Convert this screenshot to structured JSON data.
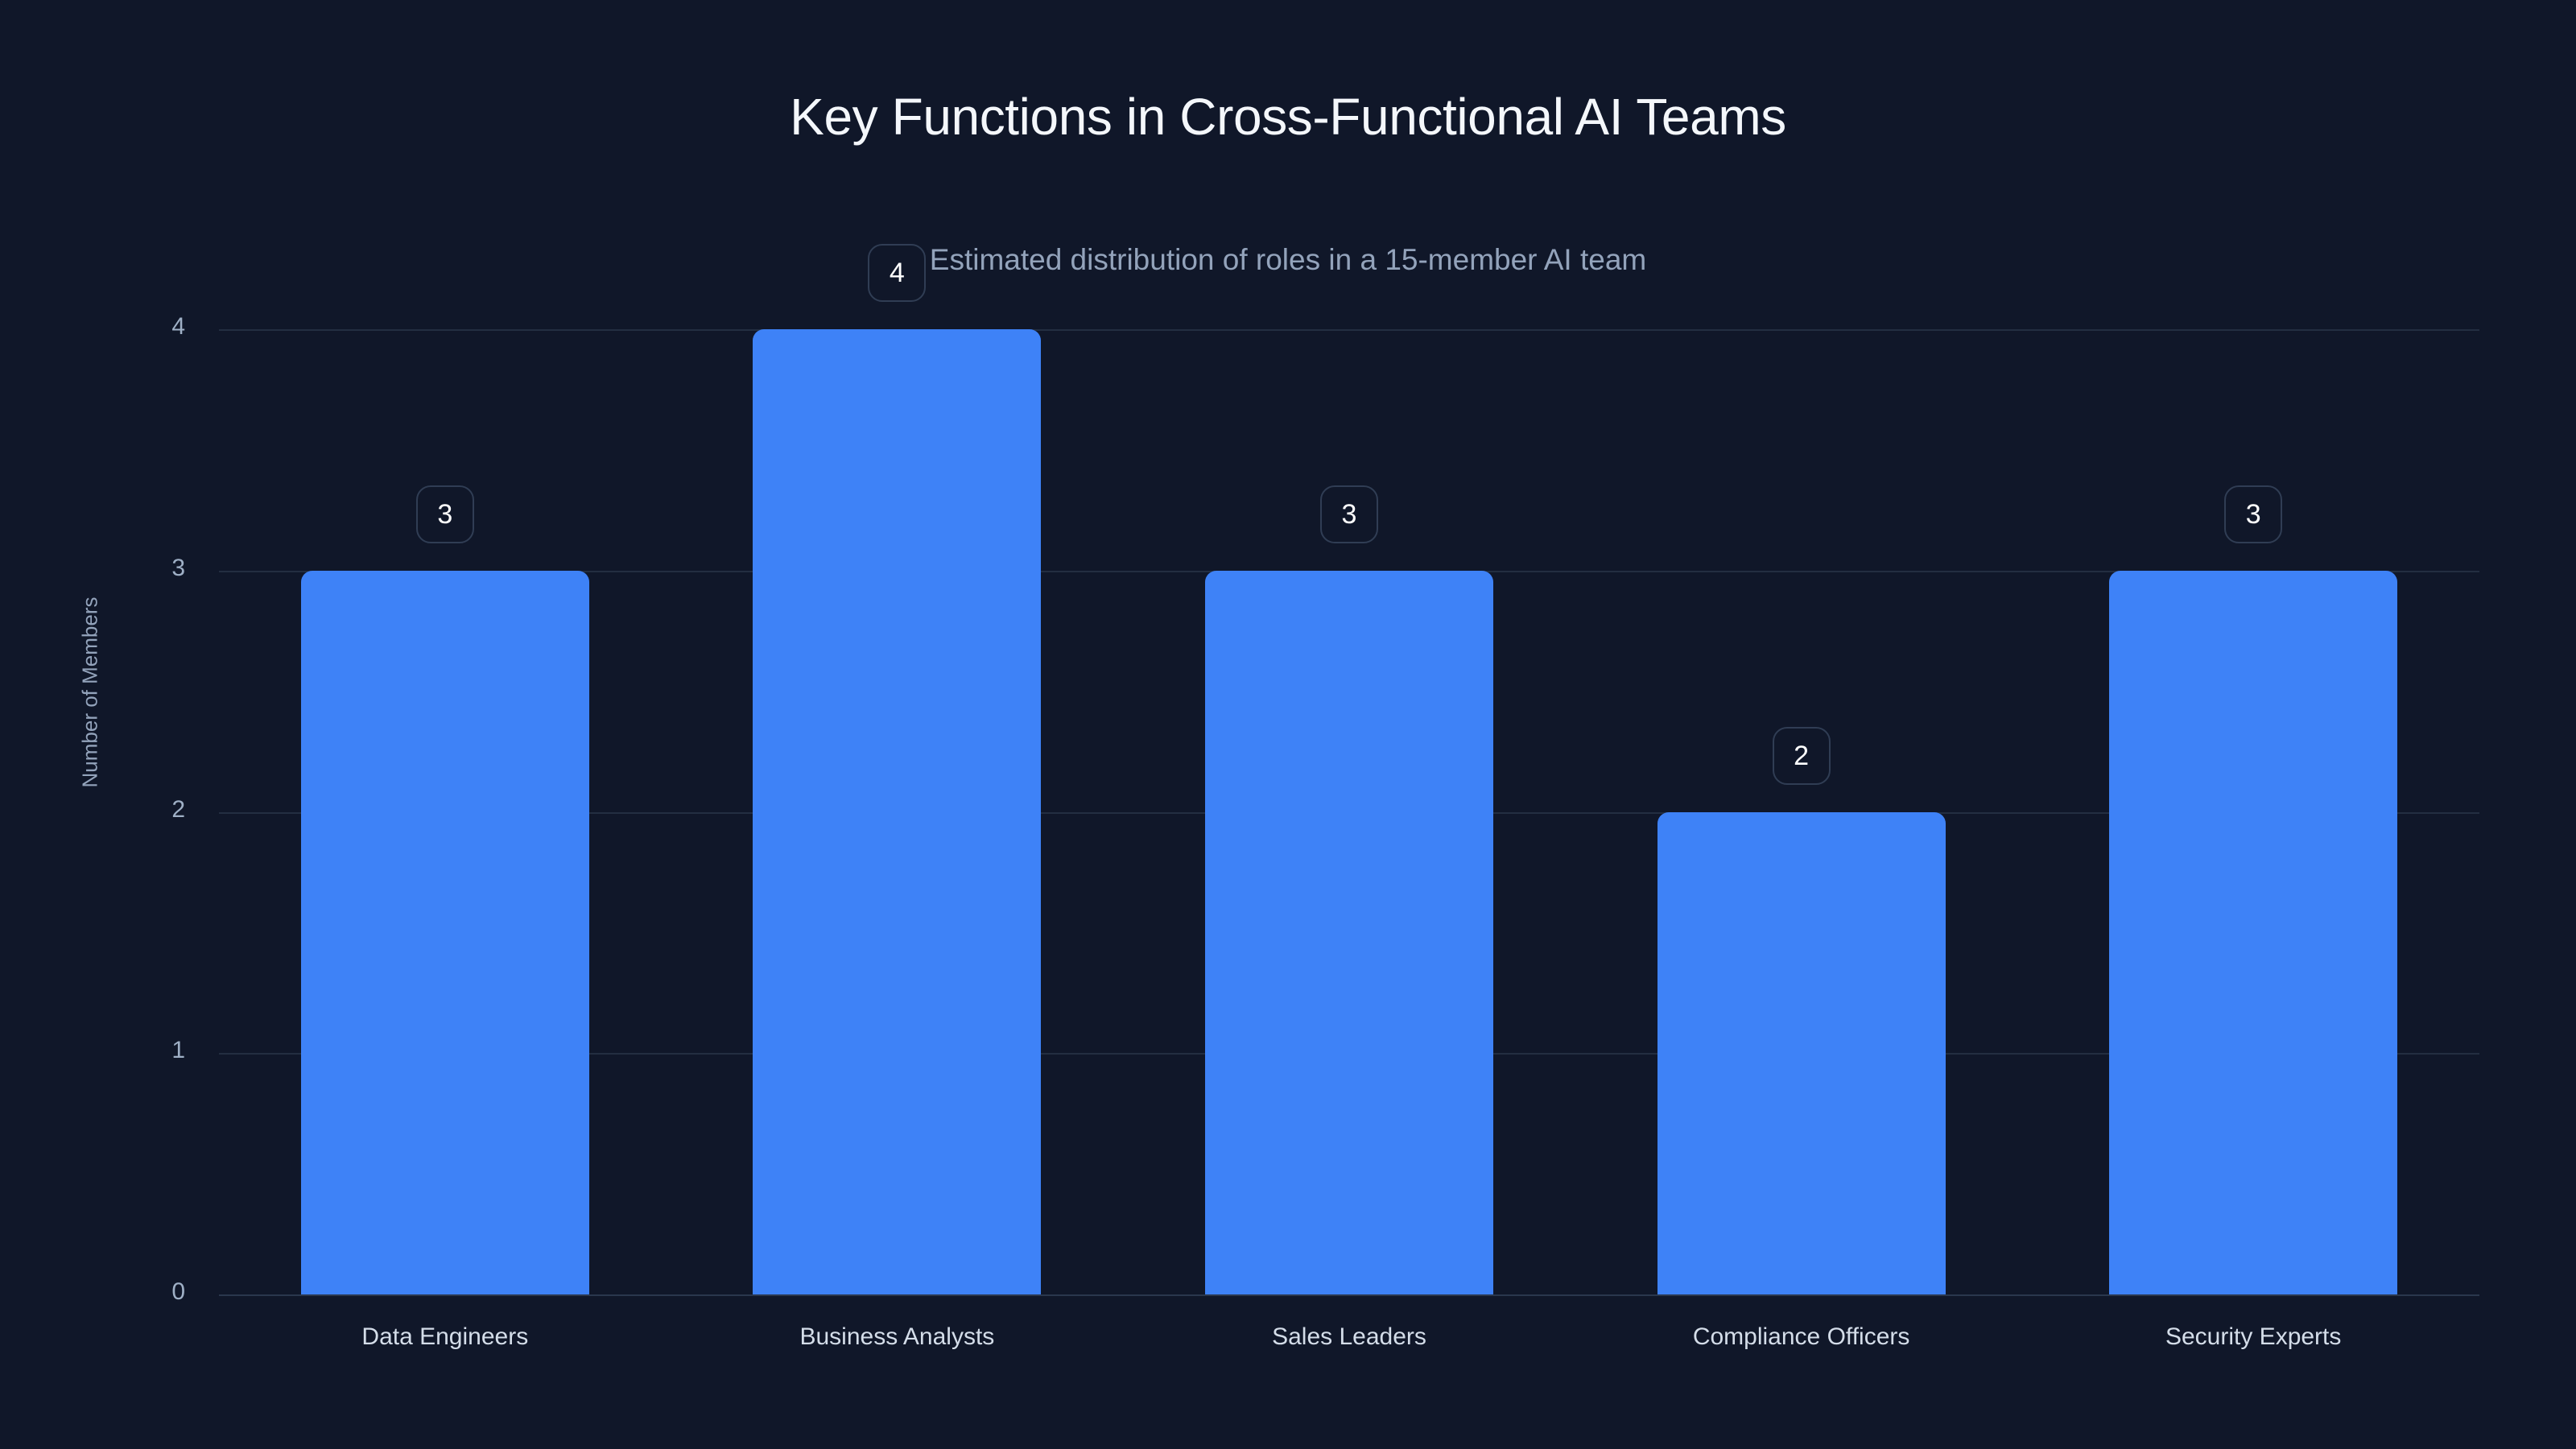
{
  "chart_data": {
    "type": "bar",
    "title": "Key Functions in Cross-Functional AI Teams",
    "subtitle": "Estimated distribution of roles in a 15-member AI team",
    "xlabel": "",
    "ylabel": "Number of Members",
    "categories": [
      "Data Engineers",
      "Business Analysts",
      "Sales Leaders",
      "Compliance Officers",
      "Security Experts"
    ],
    "values": [
      3,
      4,
      3,
      2,
      3
    ],
    "value_labels": [
      "3",
      "4",
      "3",
      "2",
      "3"
    ],
    "ylim": [
      0,
      4
    ],
    "y_ticks": [
      "0",
      "1",
      "2",
      "3",
      "4"
    ],
    "grid": true,
    "legend": false,
    "bar_color": "#3e82f7",
    "background_color": "#101729",
    "grid_color": "#232e41",
    "title_color": "#f4f7fb",
    "subtitle_color": "#93a3bb",
    "tick_color": "#9fb0c6",
    "label_color": "#d4dde9",
    "badge_border_color": "#303d54",
    "badge_text_color": "#ffffff"
  }
}
